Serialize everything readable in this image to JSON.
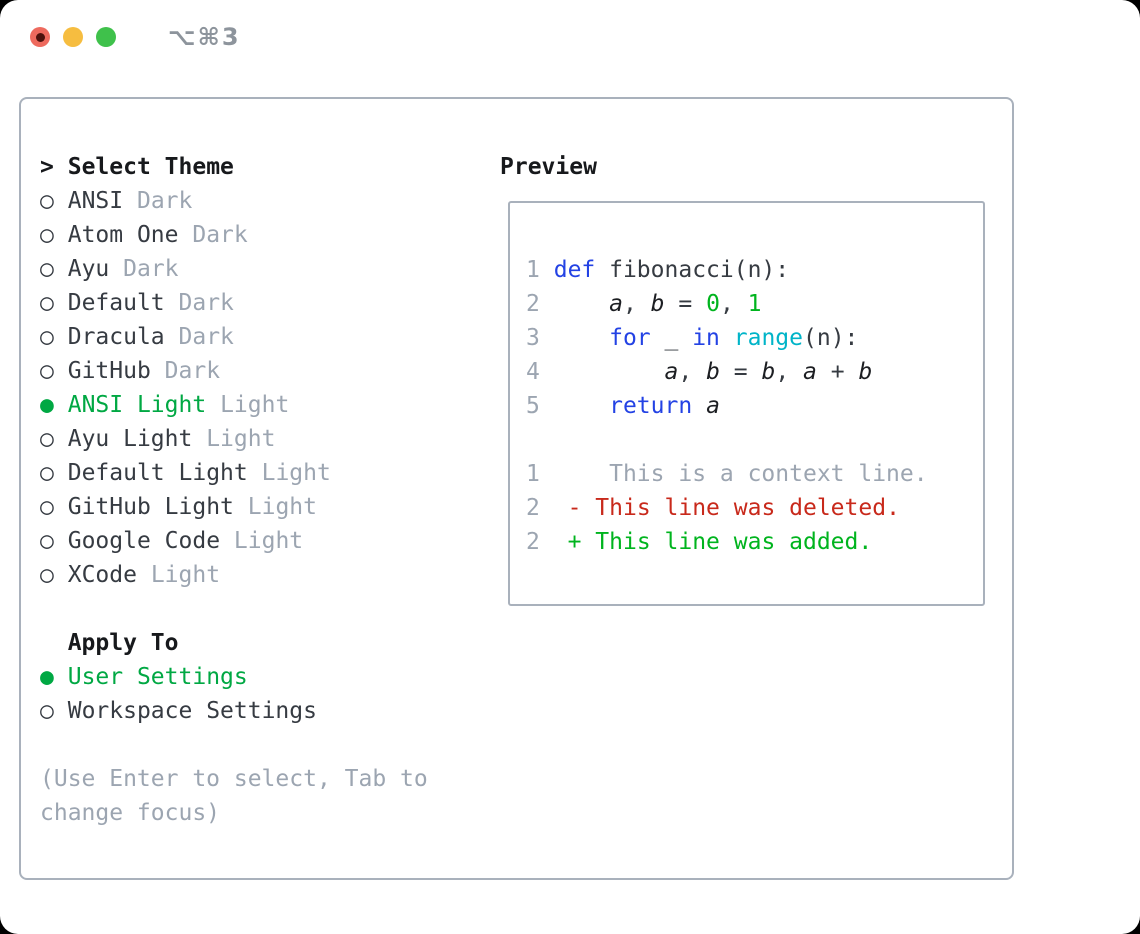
{
  "window": {
    "title": "⌥⌘3"
  },
  "glyphs": {
    "header_caret": ">",
    "bullet_selected": "●",
    "bullet_unselected": "○"
  },
  "theme_list": {
    "header": "Select Theme",
    "items": [
      {
        "name": "ANSI",
        "variant": "Dark",
        "selected": false
      },
      {
        "name": "Atom One",
        "variant": "Dark",
        "selected": false
      },
      {
        "name": "Ayu",
        "variant": "Dark",
        "selected": false
      },
      {
        "name": "Default",
        "variant": "Dark",
        "selected": false
      },
      {
        "name": "Dracula",
        "variant": "Dark",
        "selected": false
      },
      {
        "name": "GitHub",
        "variant": "Dark",
        "selected": false
      },
      {
        "name": "ANSI Light",
        "variant": "Light",
        "selected": true
      },
      {
        "name": "Ayu Light",
        "variant": "Light",
        "selected": false
      },
      {
        "name": "Default Light",
        "variant": "Light",
        "selected": false
      },
      {
        "name": "GitHub Light",
        "variant": "Light",
        "selected": false
      },
      {
        "name": "Google Code",
        "variant": "Light",
        "selected": false
      },
      {
        "name": "XCode",
        "variant": "Light",
        "selected": false
      }
    ]
  },
  "apply_to": {
    "header": "Apply To",
    "options": [
      {
        "label": "User Settings",
        "selected": true
      },
      {
        "label": "Workspace Settings",
        "selected": false
      }
    ]
  },
  "help_text": "(Use Enter to select, Tab to change focus)",
  "preview": {
    "header": "Preview",
    "lines": [
      {
        "num": "1",
        "segments": [
          {
            "t": "def",
            "c": "kw"
          },
          {
            "t": " fibonacci(n):",
            "c": "fg"
          }
        ]
      },
      {
        "num": "2",
        "segments": [
          {
            "t": "    ",
            "c": "fg"
          },
          {
            "t": "a",
            "c": "var"
          },
          {
            "t": ", ",
            "c": "fg"
          },
          {
            "t": "b",
            "c": "var"
          },
          {
            "t": " = ",
            "c": "fg"
          },
          {
            "t": "0",
            "c": "num"
          },
          {
            "t": ", ",
            "c": "fg"
          },
          {
            "t": "1",
            "c": "num"
          }
        ]
      },
      {
        "num": "3",
        "segments": [
          {
            "t": "    ",
            "c": "fg"
          },
          {
            "t": "for",
            "c": "kw"
          },
          {
            "t": " _ ",
            "c": "fg"
          },
          {
            "t": "in",
            "c": "kw"
          },
          {
            "t": " ",
            "c": "fg"
          },
          {
            "t": "range",
            "c": "builtin"
          },
          {
            "t": "(n):",
            "c": "fg"
          }
        ]
      },
      {
        "num": "4",
        "segments": [
          {
            "t": "        ",
            "c": "fg"
          },
          {
            "t": "a",
            "c": "var"
          },
          {
            "t": ", ",
            "c": "fg"
          },
          {
            "t": "b",
            "c": "var"
          },
          {
            "t": " = ",
            "c": "fg"
          },
          {
            "t": "b",
            "c": "var"
          },
          {
            "t": ", ",
            "c": "fg"
          },
          {
            "t": "a",
            "c": "var"
          },
          {
            "t": " + ",
            "c": "fg"
          },
          {
            "t": "b",
            "c": "var"
          }
        ]
      },
      {
        "num": "5",
        "segments": [
          {
            "t": "    ",
            "c": "fg"
          },
          {
            "t": "return",
            "c": "kw"
          },
          {
            "t": " ",
            "c": "fg"
          },
          {
            "t": "a",
            "c": "var"
          }
        ]
      },
      {
        "num": "",
        "segments": []
      },
      {
        "num": "1",
        "segments": [
          {
            "t": "    This is a context line.",
            "c": "muted"
          }
        ]
      },
      {
        "num": "2",
        "segments": [
          {
            "t": " ",
            "c": "fg"
          },
          {
            "t": "- This line was deleted.",
            "c": "del"
          }
        ]
      },
      {
        "num": "2",
        "segments": [
          {
            "t": " ",
            "c": "fg"
          },
          {
            "t": "+ This line was added.",
            "c": "add"
          }
        ]
      }
    ]
  },
  "colors": {
    "accent_green": "#00a843",
    "keyword_blue": "#2342e4",
    "builtin_cyan": "#00b4c8",
    "number_green": "#00b41e",
    "diff_deleted_red": "#c8291b",
    "diff_added_green": "#00b41e",
    "muted_gray": "#9ca5b1",
    "border_gray": "#a9b1bc",
    "traffic_red": "#ee6a5e",
    "traffic_yellow": "#f6bd40",
    "traffic_green": "#3fc14b"
  }
}
